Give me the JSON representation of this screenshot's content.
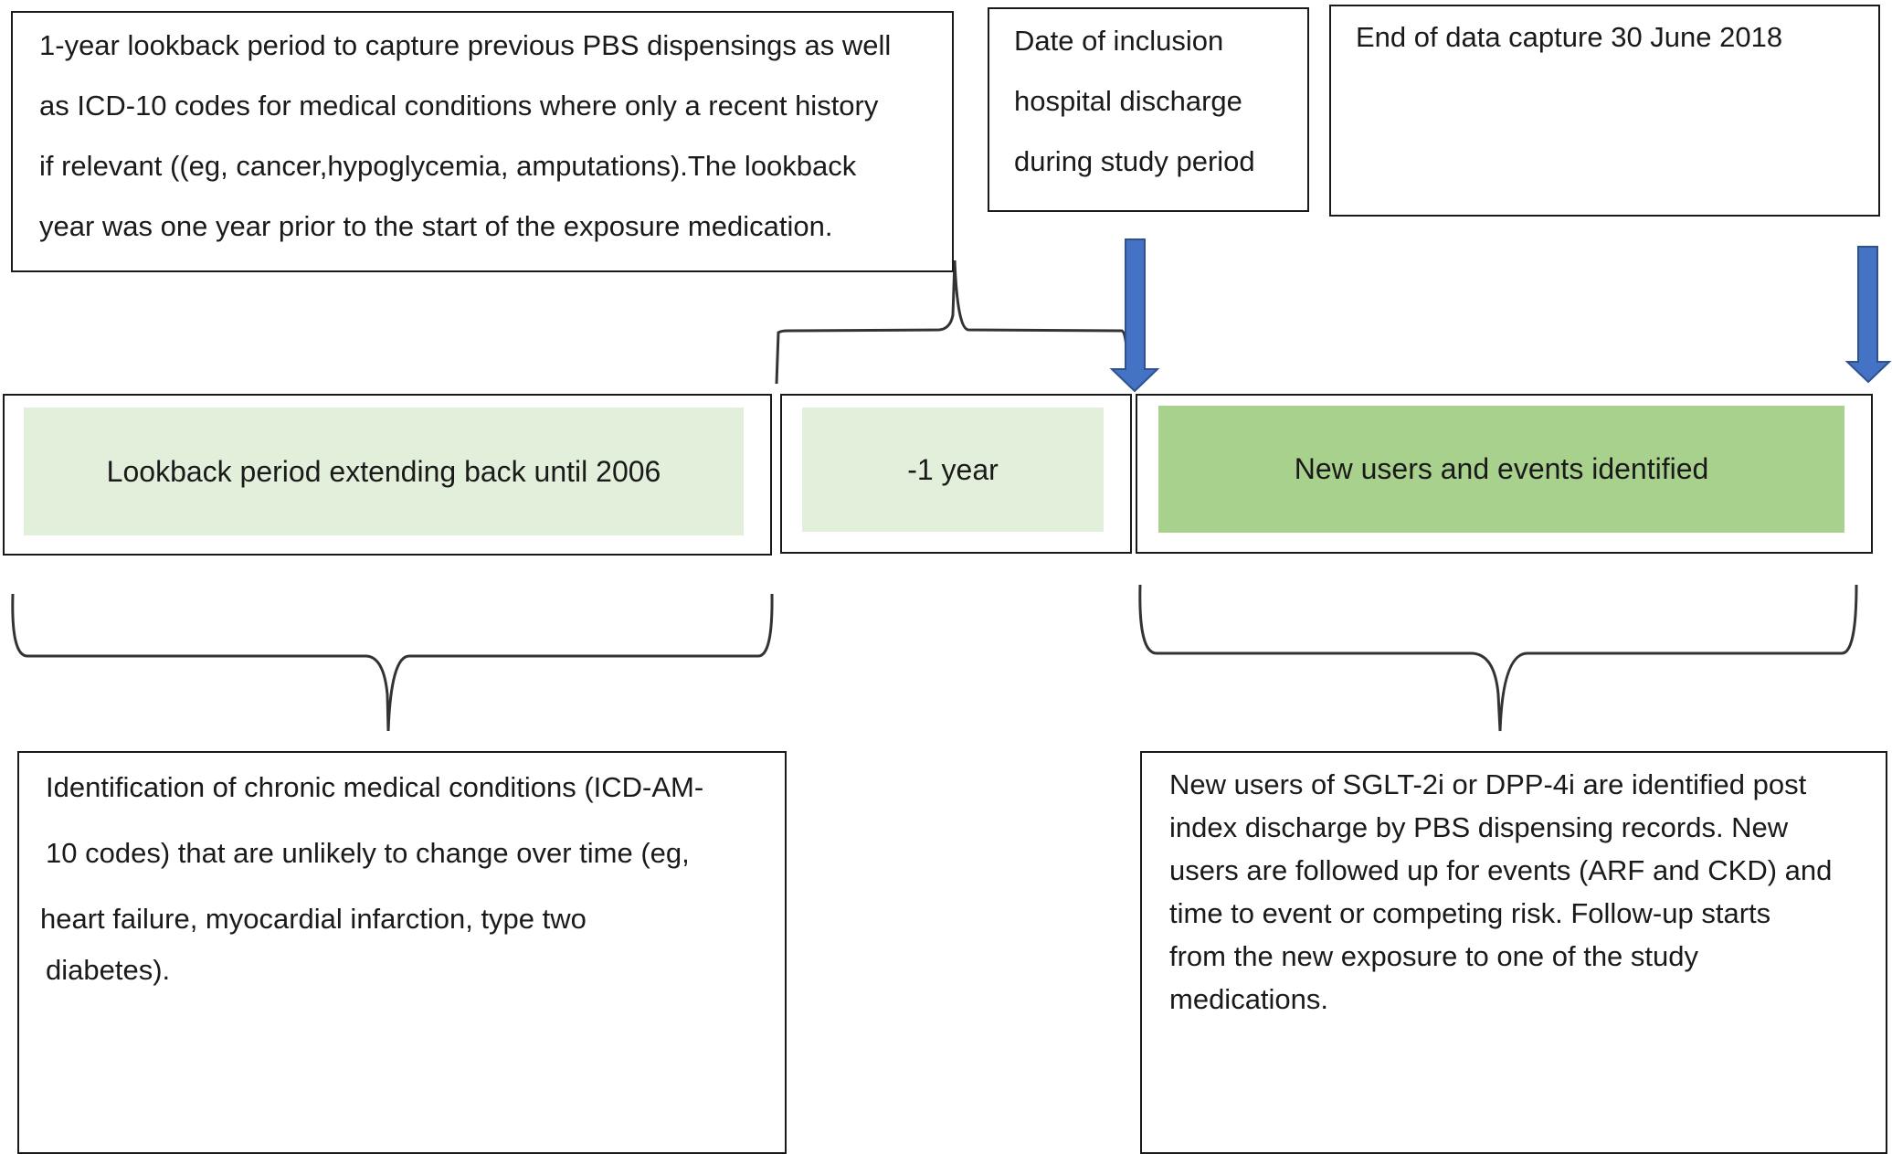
{
  "lookback_note": {
    "lines": [
      "1-year lookback period to capture previous PBS dispensings as well",
      "as ICD-10 codes for medical conditions where only a recent history",
      "if relevant ((eg, cancer,hypoglycemia, amputations).The lookback",
      "year was one year prior to the start of the exposure medication."
    ]
  },
  "inclusion_note": {
    "lines": [
      "Date of inclusion",
      "hospital discharge",
      "during study period"
    ]
  },
  "end_note": {
    "lines": [
      "End of data capture 30 June 2018"
    ]
  },
  "timeline": {
    "lookback_period": "Lookback period extending back until 2006",
    "minus_one_year": "-1 year",
    "new_users": "New users and events identified"
  },
  "chronic_note": {
    "lines": [
      "Identification of chronic medical conditions (ICD-AM-",
      "10 codes) that are unlikely to change over time (eg,",
      "heart failure, myocardial infarction, type two",
      "diabetes)."
    ]
  },
  "followup_note": {
    "lines": [
      "New users of SGLT-2i or DPP-4i are identified post",
      "index discharge by PBS dispensing records. New",
      "users are followed up for events (ARF and CKD) and",
      "time to event or competing risk. Follow-up starts",
      "from the new exposure to one of the study",
      "medications."
    ]
  },
  "colors": {
    "light_green": "#e2efda",
    "green": "#a9d18e",
    "arrow_blue": "#4472c4",
    "arrow_outline": "#2f528f"
  }
}
